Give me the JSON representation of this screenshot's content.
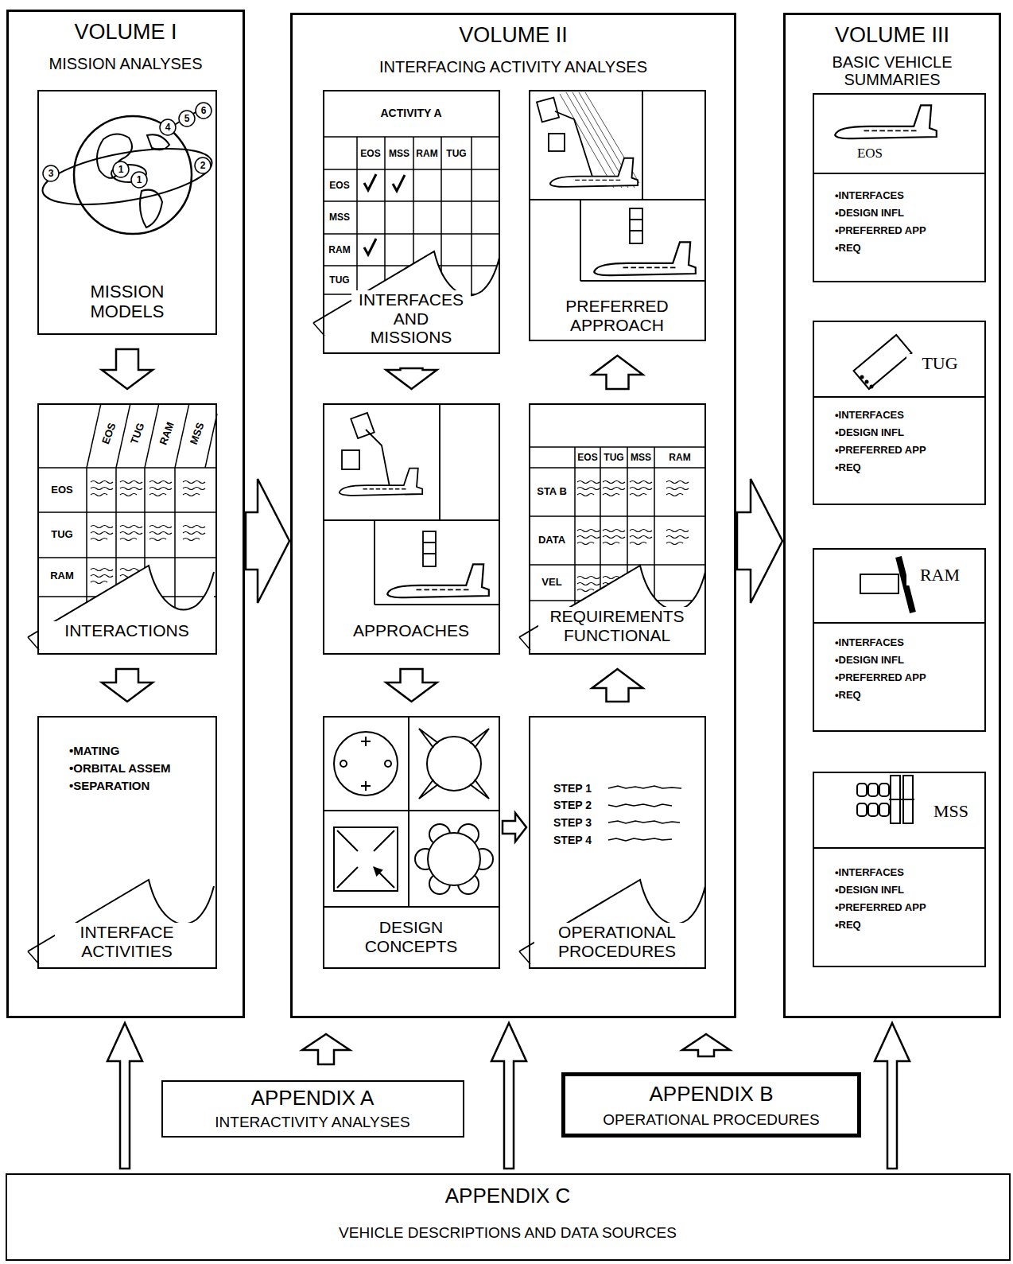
{
  "diagram": {
    "nodes": [
      {
        "text": [
          "VOLUME I",
          "MISSION ANALYSES"
        ]
      },
      {
        "text": [
          "MISSION MODELS"
        ],
        "in": 0
      },
      {
        "text": [
          "INTERACTIONS"
        ],
        "in": 0
      },
      {
        "text": [
          "•MATING",
          "•ORBITAL ASSEM",
          "•SEPARATION",
          "INTERFACE ACTIVITIES"
        ],
        "in": 0
      },
      {
        "text": [
          "VOLUME II",
          "INTERFACING ACTIVITY ANALYSES"
        ]
      },
      {
        "text": [
          "INTERFACES AND MISSIONS"
        ],
        "in": 4
      },
      {
        "text": [
          "PREFERRED APPROACH"
        ],
        "in": 4
      },
      {
        "text": [
          "APPROACHES"
        ],
        "in": 4
      },
      {
        "text": [
          "REQUIREMENTS FUNCTIONAL"
        ],
        "in": 4
      },
      {
        "text": [
          "DESIGN CONCEPTS"
        ],
        "in": 4
      },
      {
        "text": [
          "OPERATIONAL PROCEDURES"
        ],
        "in": 4
      },
      {
        "text": [
          "VOLUME III",
          "BASIC VEHICLE SUMMARIES"
        ]
      },
      {
        "text": [
          "EOS",
          "•INTERFACES",
          "•DESIGN INFL",
          "•PREFERRED APP",
          "•REQ"
        ],
        "in": 11
      },
      {
        "text": [
          "TUG",
          "•INTERFACES",
          "•DESIGN INFL",
          "•PREFERRED APP",
          "•REQ"
        ],
        "in": 11
      },
      {
        "text": [
          "RAM",
          "•INTERFACES",
          "•DESIGN INFL",
          "•PREFERRED APP",
          "•REQ"
        ],
        "in": 11
      },
      {
        "text": [
          "MSS",
          "•INTERFACES",
          "•DESIGN INFL",
          "•PREFERRED APP",
          "•REQ"
        ],
        "in": 11
      },
      {
        "text": [
          "APPENDIX A",
          "INTERACTIVITY ANALYSES"
        ]
      },
      {
        "text": [
          "APPENDIX B",
          "OPERATIONAL PROCEDURES"
        ]
      },
      {
        "text": [
          "APPENDIX C",
          "VEHICLE DESCRIPTIONS AND DATA SOURCES"
        ]
      }
    ],
    "edges": [
      {
        "from": 1,
        "to": 2,
        "arrow": "to"
      },
      {
        "from": 2,
        "to": 3,
        "arrow": "to"
      },
      {
        "from": 0,
        "to": 4,
        "arrow": "to"
      },
      {
        "from": 5,
        "to": 7,
        "arrow": "to"
      },
      {
        "from": 7,
        "to": 9,
        "arrow": "to"
      },
      {
        "from": 9,
        "to": 10,
        "arrow": "to"
      },
      {
        "from": 10,
        "to": 8,
        "arrow": "to"
      },
      {
        "from": 8,
        "to": 6,
        "arrow": "to"
      },
      {
        "from": 4,
        "to": 11,
        "arrow": "to"
      },
      {
        "from": 16,
        "to": 4,
        "arrow": "to"
      },
      {
        "from": 17,
        "to": 4,
        "arrow": "to"
      },
      {
        "from": 18,
        "to": 0,
        "arrow": "to"
      },
      {
        "from": 18,
        "to": 4,
        "arrow": "to"
      },
      {
        "from": 18,
        "to": 11,
        "arrow": "to"
      }
    ],
    "labels": [
      "3",
      "1",
      "1",
      "2",
      "4",
      "5",
      "6",
      "EOS",
      "TUG",
      "RAM",
      "MSS",
      "EOS",
      "TUG",
      "RAM",
      "ACTIVITY A",
      "EOS",
      "MSS",
      "RAM",
      "TUG",
      "EOS",
      "MSS",
      "RAM",
      "TUG",
      "EOS",
      "TUG",
      "MSS",
      "RAM",
      "STA B",
      "DATA",
      "VEL",
      "STEP 1",
      "STEP 2",
      "STEP 3",
      "STEP 4"
    ]
  }
}
